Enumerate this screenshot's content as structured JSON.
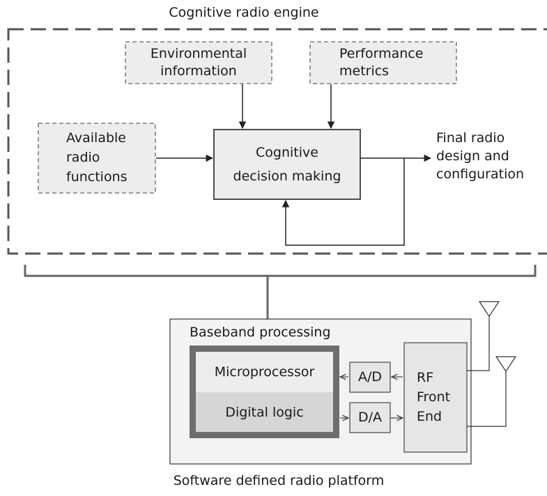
{
  "engine": {
    "title": "Cognitive radio engine",
    "env_info": [
      "Environmental",
      "information"
    ],
    "perf_metrics": [
      "Performance",
      "metrics"
    ],
    "avail_funcs": [
      "Available",
      "radio",
      "functions"
    ],
    "decision": [
      "Cognitive",
      "decision making"
    ],
    "output": [
      "Final radio",
      "design and",
      "configuration"
    ]
  },
  "platform": {
    "title": "Software defined radio platform",
    "baseband_label": "Baseband processing",
    "microprocessor": "Microprocessor",
    "digital_logic": "Digital logic",
    "adc": "A/D",
    "dac": "D/A",
    "rf": [
      "RF",
      "Front",
      "End"
    ]
  },
  "colors": {
    "box_fill": "#ededed",
    "dashed_border": "#555555",
    "line": "#222222",
    "bracket": "#666666",
    "proc_border": "#6e6e6e",
    "logic_fill": "#d6d6d6",
    "platform_fill": "#f3f3f3"
  }
}
